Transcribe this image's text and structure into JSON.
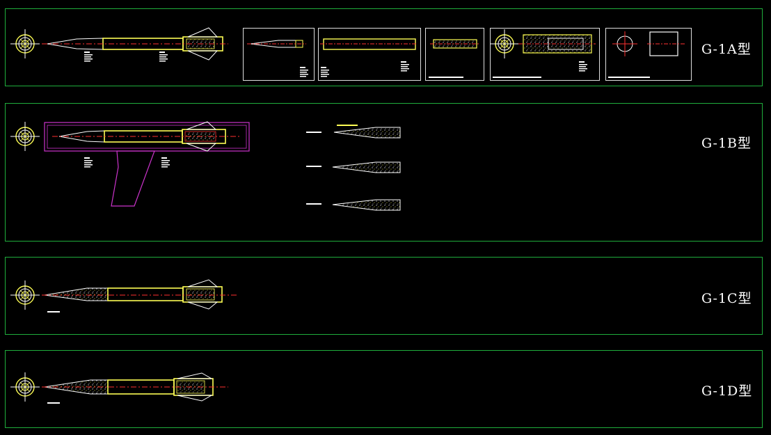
{
  "panels": [
    {
      "id": "g1a",
      "label": "G-1A型"
    },
    {
      "id": "g1b",
      "label": "G-1B型"
    },
    {
      "id": "g1c",
      "label": "G-1C型"
    },
    {
      "id": "g1d",
      "label": "G-1D型"
    }
  ],
  "colors": {
    "frame": "#1fae3c",
    "body": "#ffff55",
    "centerline": "#ff3030",
    "outline": "#ffffff",
    "launcher": "#cc33cc"
  }
}
